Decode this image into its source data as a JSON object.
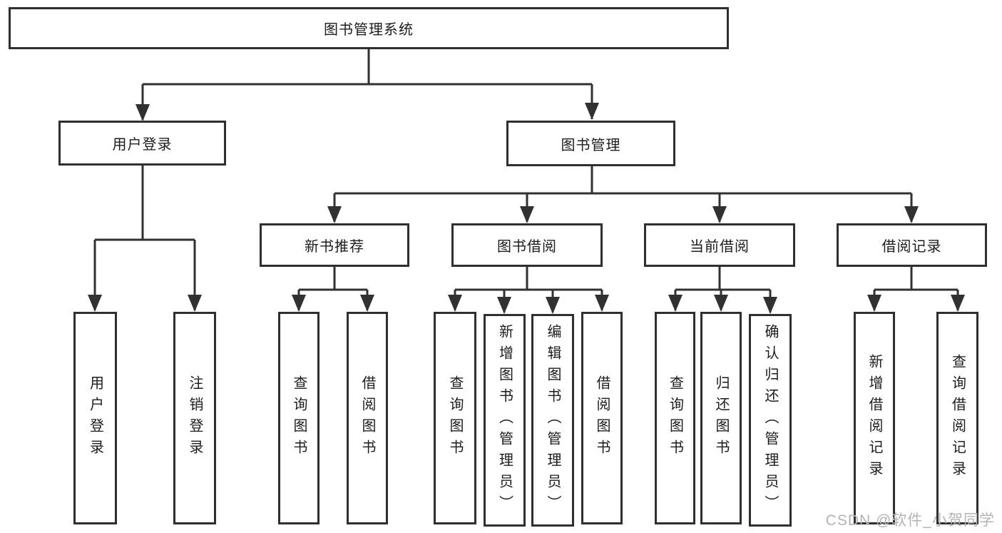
{
  "diagram": {
    "root": {
      "label": "图书管理系统",
      "children": [
        {
          "label": "用户登录",
          "children": [
            {
              "label": "用户登录"
            },
            {
              "label": "注销登录"
            }
          ]
        },
        {
          "label": "图书管理",
          "children": [
            {
              "label": "新书推荐",
              "children": [
                {
                  "label": "查询图书"
                },
                {
                  "label": "借阅图书"
                }
              ]
            },
            {
              "label": "图书借阅",
              "children": [
                {
                  "label": "查询图书"
                },
                {
                  "label": "新增图书（管理员）"
                },
                {
                  "label": "编辑图书（管理员）"
                },
                {
                  "label": "借阅图书"
                }
              ]
            },
            {
              "label": "当前借阅",
              "children": [
                {
                  "label": "查询图书"
                },
                {
                  "label": "归还图书"
                },
                {
                  "label": "确认归还（管理员）"
                }
              ]
            },
            {
              "label": "借阅记录",
              "children": [
                {
                  "label": "新增借阅记录"
                },
                {
                  "label": "查询借阅记录"
                }
              ]
            }
          ]
        }
      ]
    }
  },
  "watermark": {
    "text": "CSDN @软件_小贺同学"
  },
  "colors": {
    "line": "#313131",
    "box_border": "#2f2f2f",
    "text": "#1c1c1c",
    "watermark": "#b3b3b3",
    "background": "#ffffff"
  }
}
